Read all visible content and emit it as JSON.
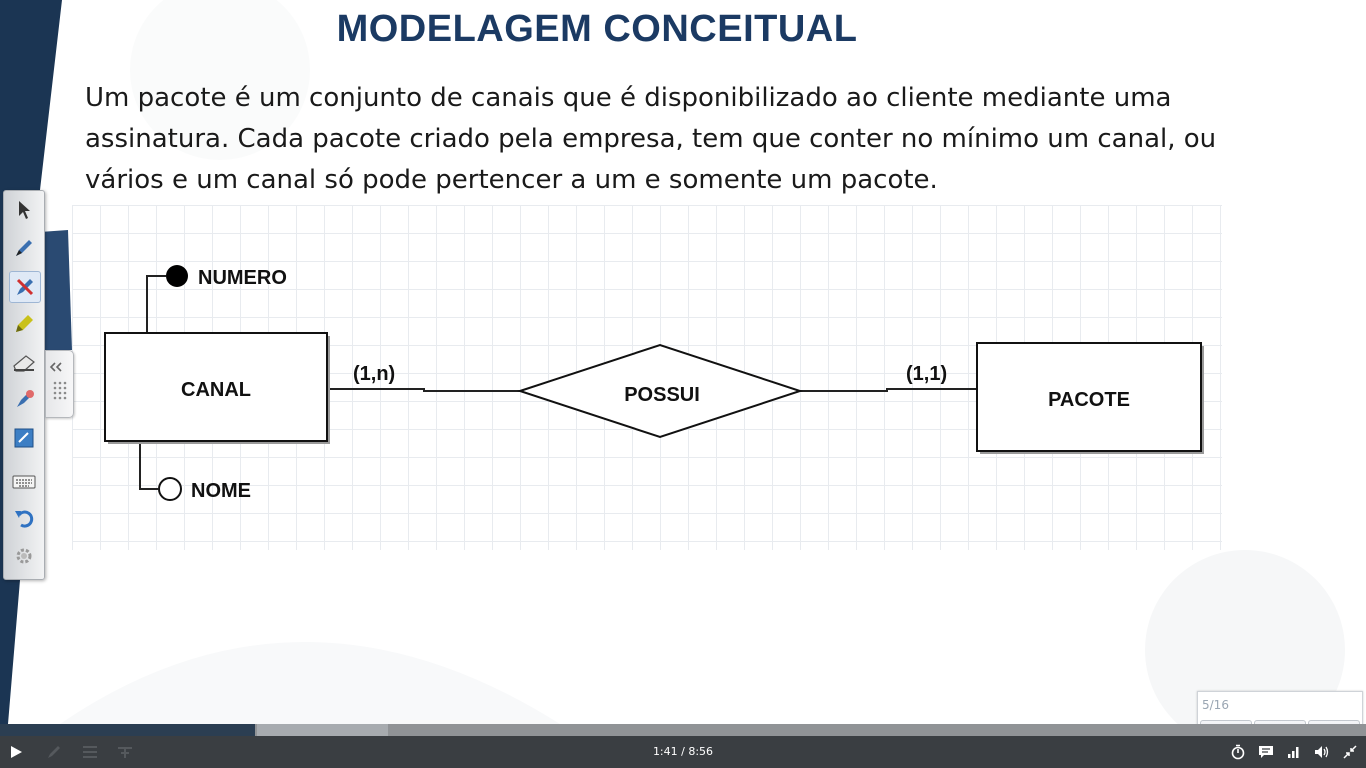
{
  "slide": {
    "title": "MODELAGEM CONCEITUAL",
    "body_lines": [
      "Um pacote é um conjunto de canais que é disponibilizado ao cliente mediante uma",
      "assinatura. Cada pacote criado pela empresa, tem que conter no mínimo um canal, ou",
      "vários e um canal só pode pertencer a um e somente um pacote."
    ]
  },
  "diagram": {
    "entity_left": "CANAL",
    "entity_right": "PACOTE",
    "relationship": "POSSUI",
    "cardinality_left": "(1,n)",
    "cardinality_right": "(1,1)",
    "attribute_key": "NUMERO",
    "attribute_regular": "NOME"
  },
  "toolbar": {
    "tools": [
      "pointer-icon",
      "pen-icon",
      "highlighter-pen-icon",
      "marker-icon",
      "eraser-icon",
      "eraser-pen-icon",
      "whiteboard-icon",
      "keyboard-icon",
      "undo-icon",
      "settings-icon"
    ],
    "active_tool": "highlighter-pen-icon"
  },
  "slide_nav": {
    "counter": "5/16"
  },
  "player": {
    "time": "1:41 / 8:56",
    "played_fraction": 0.187,
    "buffered_fraction": 0.283,
    "colors": {
      "played": "#2b3e52",
      "bar": "#909396",
      "controls_bg": "#3a3e42"
    }
  }
}
